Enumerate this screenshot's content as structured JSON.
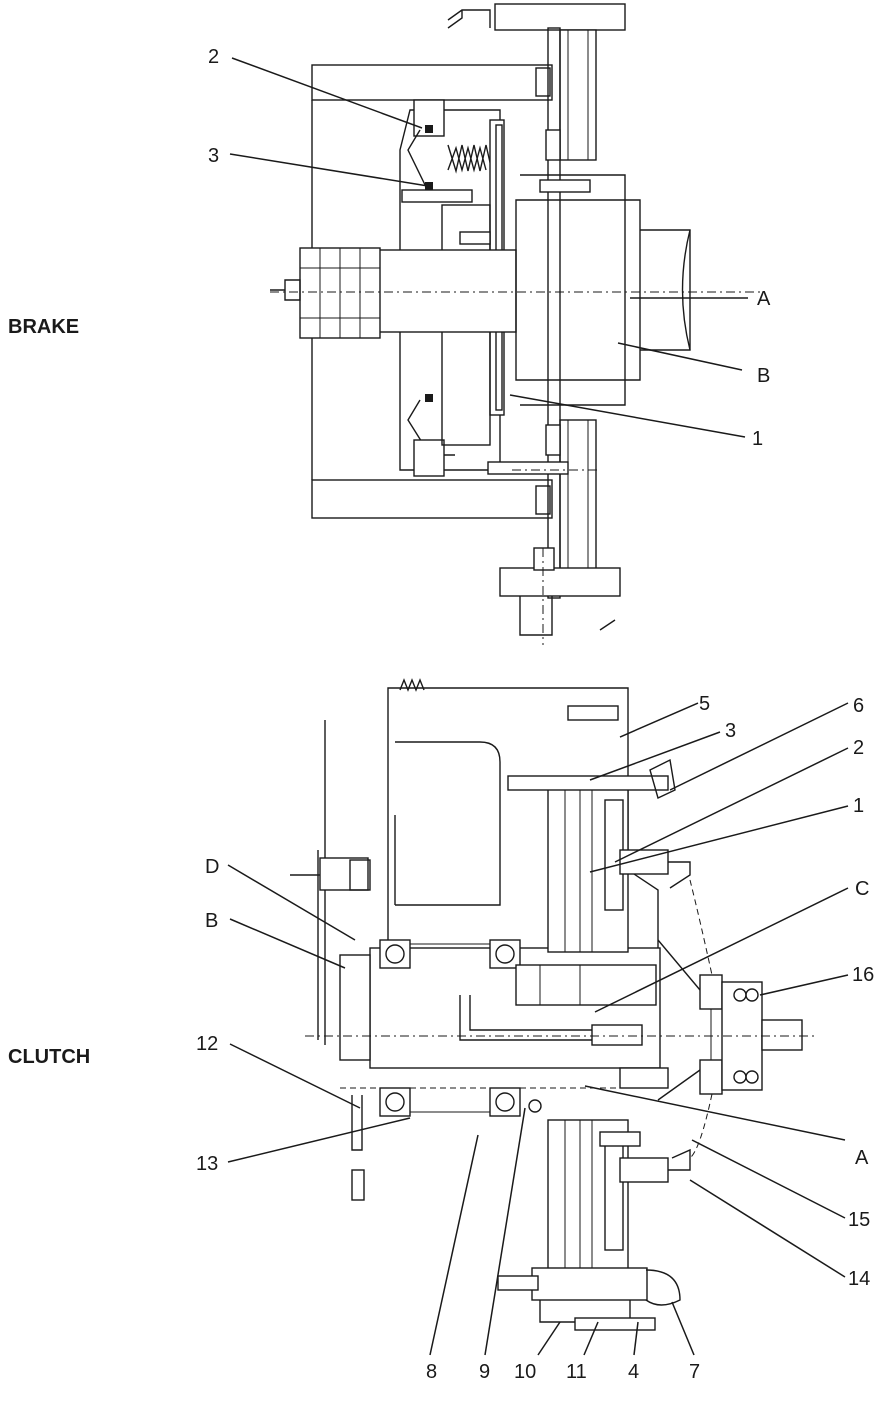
{
  "sections": {
    "brake": {
      "title": "BRAKE"
    },
    "clutch": {
      "title": "CLUTCH"
    }
  },
  "brake_callouts": {
    "c2": "2",
    "c3": "3",
    "cA": "A",
    "cB": "B",
    "c1": "1"
  },
  "clutch_callouts": {
    "c5": "5",
    "c3": "3",
    "c6": "6",
    "c2": "2",
    "c1": "1",
    "cD": "D",
    "cB": "B",
    "cC": "C",
    "c16": "16",
    "c12": "12",
    "c13": "13",
    "cA": "A",
    "c15": "15",
    "c14": "14",
    "c8": "8",
    "c9": "9",
    "c10": "10",
    "c11": "11",
    "c4": "4",
    "c7": "7"
  }
}
